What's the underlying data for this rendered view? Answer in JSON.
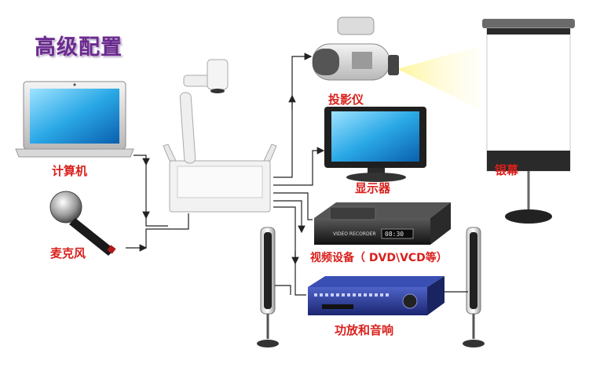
{
  "title": "高级配置",
  "labels": {
    "computer": "计算机",
    "microphone": "麦克风",
    "projector": "投影仪",
    "monitor": "显示器",
    "screen": "银幕",
    "video_device": "视频设备（ DVD\\VCD等）",
    "amplifier": "功放和音响"
  },
  "device_text": {
    "recorder_label": "VIDEO RECORDER",
    "recorder_time": "08:30"
  },
  "colors": {
    "title": "#6b2a8f",
    "label": "#d9201c",
    "connector": "#222222",
    "amplifier_body": "#2c3fa0"
  }
}
